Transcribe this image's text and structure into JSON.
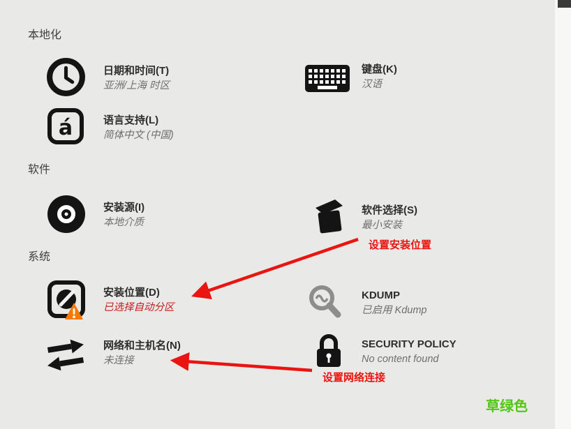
{
  "colors": {
    "bg": "#e9e9e7",
    "title": "#2d2d2d",
    "section": "#3f3f3c",
    "subtitle": "#6f6f6f",
    "icon": "#141414",
    "kdump-gray": "#8d8d8d",
    "warning-orange": "#f57905",
    "annotation-red": "#ea1410",
    "status-red": "#c31d1d",
    "watermark-green": "#53c513",
    "edge-white": "#f7f7f5",
    "corner-dark": "#3a3a38"
  },
  "sections": {
    "localization": {
      "title": "本地化"
    },
    "software": {
      "title": "软件"
    },
    "system": {
      "title": "系统"
    }
  },
  "items": {
    "datetime": {
      "title": "日期和时间(T)",
      "subtitle": "亚洲/上海 时区",
      "icon": "clock-icon"
    },
    "keyboard": {
      "title": "键盘(K)",
      "subtitle": "汉语",
      "icon": "keyboard-icon"
    },
    "language": {
      "title": "语言支持(L)",
      "subtitle": "简体中文 (中国)",
      "icon": "language-icon"
    },
    "source": {
      "title": "安装源(I)",
      "subtitle": "本地介质",
      "icon": "disc-icon"
    },
    "selection": {
      "title": "软件选择(S)",
      "subtitle": "最小安装",
      "icon": "package-icon"
    },
    "destination": {
      "title": "安装位置(D)",
      "subtitle": "已选择自动分区",
      "icon": "disk-icon",
      "warning": true
    },
    "kdump": {
      "title": "KDUMP",
      "subtitle": "已启用 Kdump",
      "icon": "magnifier-icon"
    },
    "network": {
      "title": "网络和主机名(N)",
      "subtitle": "未连接",
      "icon": "network-arrows-icon"
    },
    "security": {
      "title": "SECURITY POLICY",
      "subtitle": "No content found",
      "icon": "lock-icon"
    }
  },
  "annotations": {
    "install_location_label": "设置安装位置",
    "network_label": "设置网络连接",
    "watermark": "草绿色"
  }
}
